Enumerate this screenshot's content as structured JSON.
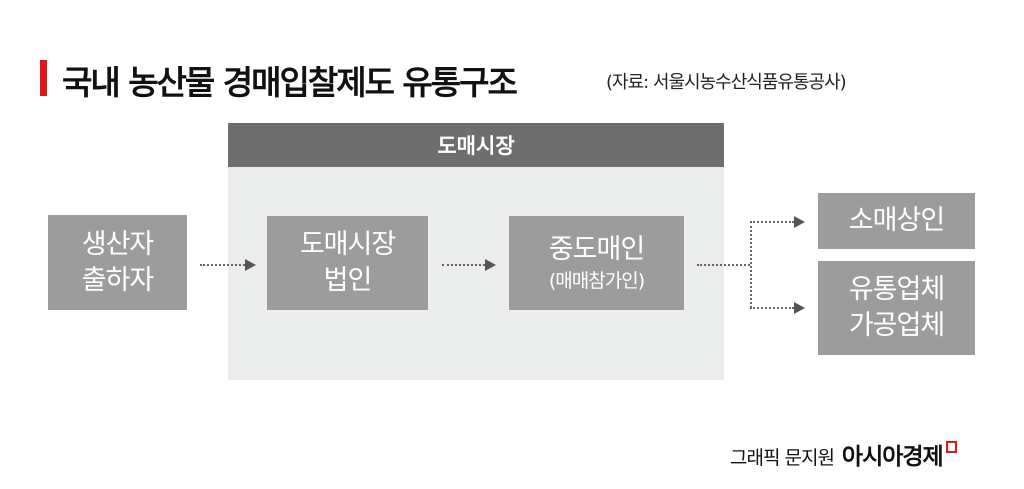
{
  "title": "국내 농산물 경매입찰제도 유통구조",
  "source": "(자료: 서울시농수산식품유통공사)",
  "market": {
    "label": "도매시장"
  },
  "nodes": {
    "producer": [
      "생산자",
      "출하자"
    ],
    "wholesale_corp": [
      "도매시장",
      "법인"
    ],
    "broker": {
      "label": "중도매인",
      "sub": "(매매참가인)"
    },
    "retailer": "소매상인",
    "distributor": [
      "유통업체",
      "가공업체"
    ]
  },
  "footer": {
    "credit": "그래픽 문지원",
    "brand": "아시아경제"
  },
  "colors": {
    "accent": "#e0161b",
    "box": "#9c9c9c",
    "market_header": "#6e6e6e",
    "market_bg": "#eceeee"
  }
}
